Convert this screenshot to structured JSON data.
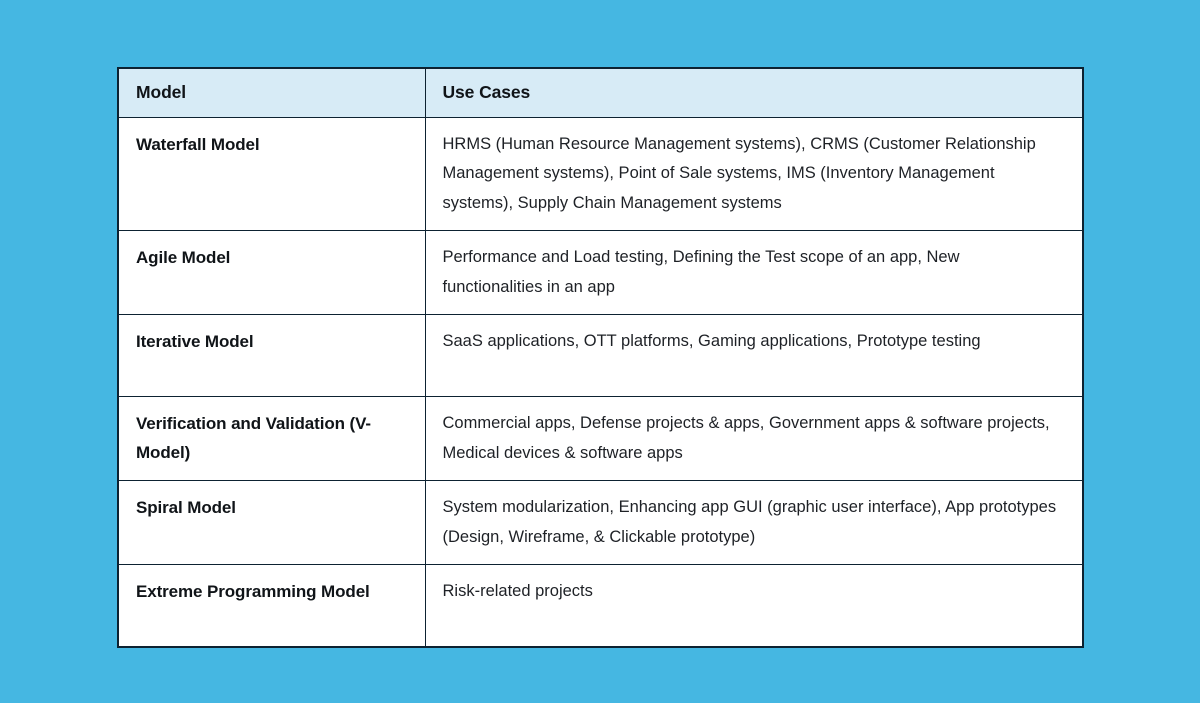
{
  "page": {
    "background_color": "#45B7E2"
  },
  "table": {
    "border_color": "#0D2231",
    "header_background_color": "#D7EBF6",
    "body_background_color": "#FFFFFF",
    "columns": [
      "Model",
      "Use Cases"
    ],
    "rows": [
      {
        "model": "Waterfall Model",
        "use_cases": "HRMS (Human Resource Management systems), CRMS (Customer Relationship Management systems), Point of Sale systems, IMS (Inventory Management systems), Supply Chain Management systems"
      },
      {
        "model": "Agile Model",
        "use_cases": "Performance and Load testing, Defining the Test scope of an app, New functionalities in an app"
      },
      {
        "model": "Iterative Model",
        "use_cases": "SaaS applications, OTT platforms, Gaming applications, Prototype testing"
      },
      {
        "model": "Verification and Validation (V-Model)",
        "use_cases": "Commercial apps, Defense projects & apps, Government apps & software projects, Medical devices & software apps"
      },
      {
        "model": "Spiral Model",
        "use_cases": "System modularization, Enhancing app GUI (graphic user interface), App prototypes (Design, Wireframe, & Clickable prototype)"
      },
      {
        "model": "Extreme Programming Model",
        "use_cases": "Risk-related projects"
      }
    ]
  },
  "chart_data": {
    "type": "table",
    "title": "",
    "columns": [
      "Model",
      "Use Cases"
    ],
    "rows": [
      [
        "Waterfall Model",
        "HRMS (Human Resource Management systems), CRMS (Customer Relationship Management systems), Point of Sale systems, IMS (Inventory Management systems), Supply Chain Management systems"
      ],
      [
        "Agile Model",
        "Performance and Load testing, Defining the Test scope of an app, New functionalities in an app"
      ],
      [
        "Iterative Model",
        "SaaS applications, OTT platforms, Gaming applications, Prototype testing"
      ],
      [
        "Verification and Validation (V-Model)",
        "Commercial apps, Defense projects & apps, Government apps & software projects, Medical devices & software apps"
      ],
      [
        "Spiral Model",
        "System modularization, Enhancing app GUI (graphic user interface), App prototypes (Design, Wireframe, & Clickable prototype)"
      ],
      [
        "Extreme Programming Model",
        "Risk-related projects"
      ]
    ]
  }
}
